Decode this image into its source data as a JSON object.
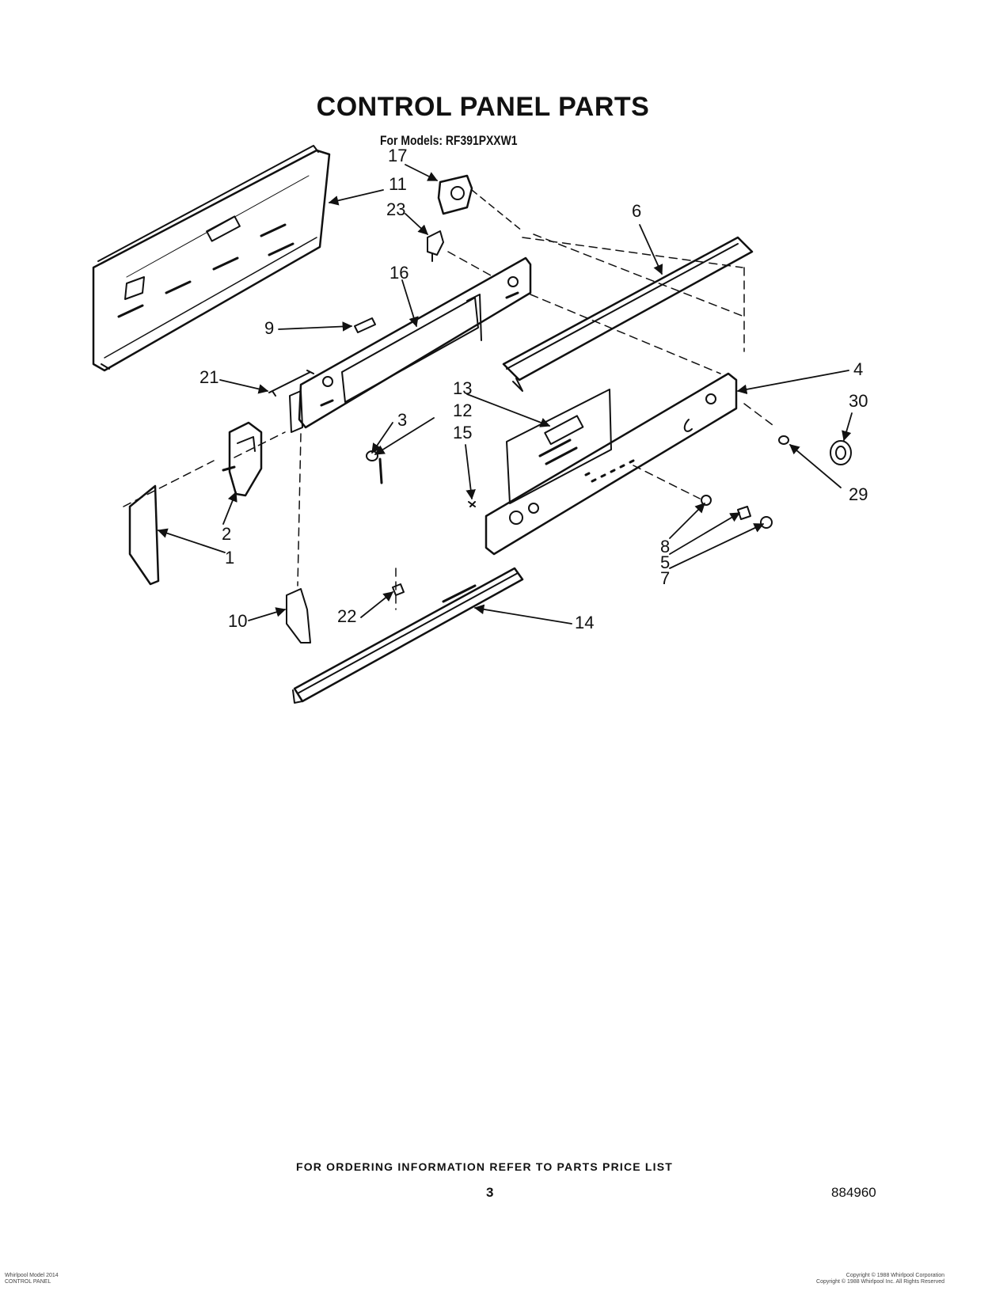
{
  "title": "CONTROL PANEL PARTS",
  "models_line": "For Models: RF391PXXW1",
  "callouts": [
    "17",
    "11",
    "23",
    "6",
    "16",
    "9",
    "21",
    "4",
    "30",
    "13",
    "12",
    "15",
    "3",
    "29",
    "2",
    "1",
    "8",
    "5",
    "7",
    "10",
    "22",
    "14"
  ],
  "footer": {
    "ordering_note": "FOR ORDERING INFORMATION REFER TO PARTS PRICE LIST",
    "page_number": "3",
    "part_number": "884960"
  },
  "fine_print": {
    "left_line1": "Whirlpool Model 2014",
    "left_line2": "CONTROL PANEL",
    "right_line1": "Copyright © 1988 Whirlpool Corporation",
    "right_line2": "Copyright © 1988 Whirlpool Inc. All Rights Reserved"
  }
}
